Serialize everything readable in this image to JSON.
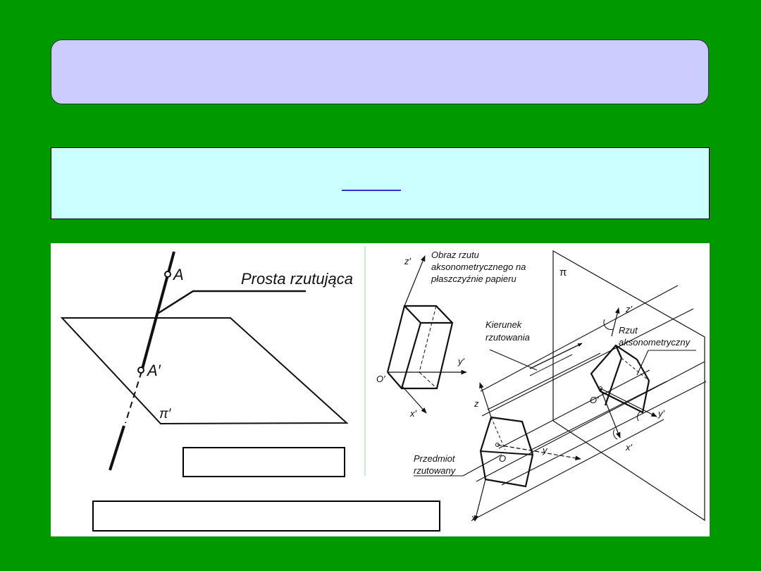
{
  "slide": {
    "background_color": "#009900",
    "title_box": {
      "fill": "#ccccff",
      "text": ""
    },
    "body_box": {
      "fill": "#ccffff",
      "text": "",
      "link_text": ""
    }
  },
  "figures": {
    "left": {
      "leader_label": "Prosta rzutująca",
      "point_label": "A",
      "projection_label": "A′",
      "plane_label": "π′",
      "caption_box_text": ""
    },
    "right": {
      "paper_image_label_line1": "Obraz rzutu",
      "paper_image_label_line2": "aksonometrycznego na",
      "paper_image_label_line3": "płaszczyźnie papieru",
      "paper_axis_z": "z′",
      "paper_axis_y": "y′",
      "paper_axis_x": "x′",
      "paper_origin": "O′",
      "plane_label": "π",
      "direction_label_line1": "Kierunek",
      "direction_label_line2": "rzutowania",
      "projection_label_line1": "Rzut",
      "projection_label_line2": "aksonometryczny",
      "projected_axis_z": "z′",
      "projected_axis_y": "y′",
      "projected_axis_x": "x′",
      "projected_origin": "O′",
      "object_label_line1": "Przedmiot",
      "object_label_line2": "rzutowany",
      "object_axis_z": "z",
      "object_axis_y": "y",
      "object_axis_x": "x",
      "object_origin": "O"
    },
    "bottom_caption_box_text": ""
  }
}
